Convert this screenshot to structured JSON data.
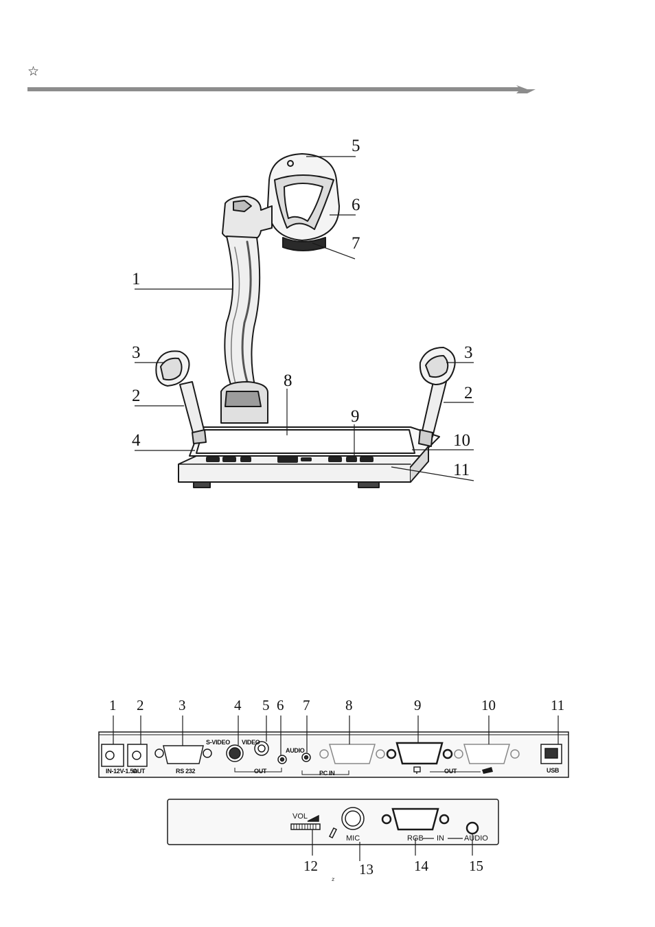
{
  "header": {
    "bullet_icon": "star-outline-icon",
    "divider_icon": "arrow-divider-icon"
  },
  "device_figure": {
    "callouts": [
      "5",
      "6",
      "7",
      "1",
      "3",
      "3",
      "8",
      "2",
      "2",
      "9",
      "4",
      "10",
      "11"
    ]
  },
  "rear_panel": {
    "callouts": [
      "1",
      "2",
      "3",
      "4",
      "5",
      "6",
      "7",
      "8",
      "9",
      "10",
      "11"
    ],
    "labels": {
      "power_in": "IN-12V-1.5A",
      "power_out": "OUT",
      "rs232": "RS 232",
      "svideo": "S-VIDEO",
      "video": "VIDEO",
      "out_group": "OUT",
      "audio": "AUDIO",
      "pc_in": "PC IN",
      "out_group2": "OUT",
      "usb": "USB"
    }
  },
  "side_panel": {
    "callouts": [
      "12",
      "13",
      "14",
      "15"
    ],
    "labels": {
      "vol": "VOL",
      "mic": "MIC",
      "rgb": "RGB",
      "in": "IN",
      "audio": "AUDIO"
    }
  },
  "footer": {
    "page_mark": "z"
  }
}
